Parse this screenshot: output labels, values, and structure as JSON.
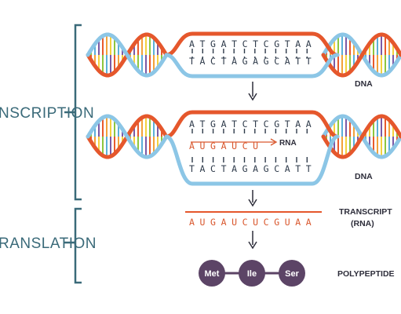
{
  "stages": {
    "transcription_label": "NSCRIPTION",
    "translation_label": "RANSLATION"
  },
  "dna_top": {
    "label": "DNA",
    "coding_strand": "ATGATCTCGTAA",
    "template_strand": "TACTAGAGCATT"
  },
  "dna_bottom": {
    "label": "DNA",
    "coding_strand": "ATGATCTCGTAA",
    "template_strand": "TACTAGAGCATT",
    "rna_fragment": "AUGAUCU",
    "rna_label": "RNA"
  },
  "transcript": {
    "sequence": "AUGAUCUCGUAA",
    "label_line1": "TRANSCRIPT",
    "label_line2": "(RNA)"
  },
  "polypeptide": {
    "label": "POLYPEPTIDE",
    "amino_acids": [
      "Met",
      "Ile",
      "Ser"
    ]
  },
  "colors": {
    "orange_strand": "#e5572c",
    "blue_strand": "#8cc6e6",
    "bracket": "#3a6a79",
    "amino_acid": "#5c4466",
    "rna_text": "#d9572d",
    "base_colors": [
      "#e85a2c",
      "#f2a23a",
      "#f4d03f",
      "#8dc63f",
      "#5bb0d9",
      "#7b5aa6"
    ]
  }
}
